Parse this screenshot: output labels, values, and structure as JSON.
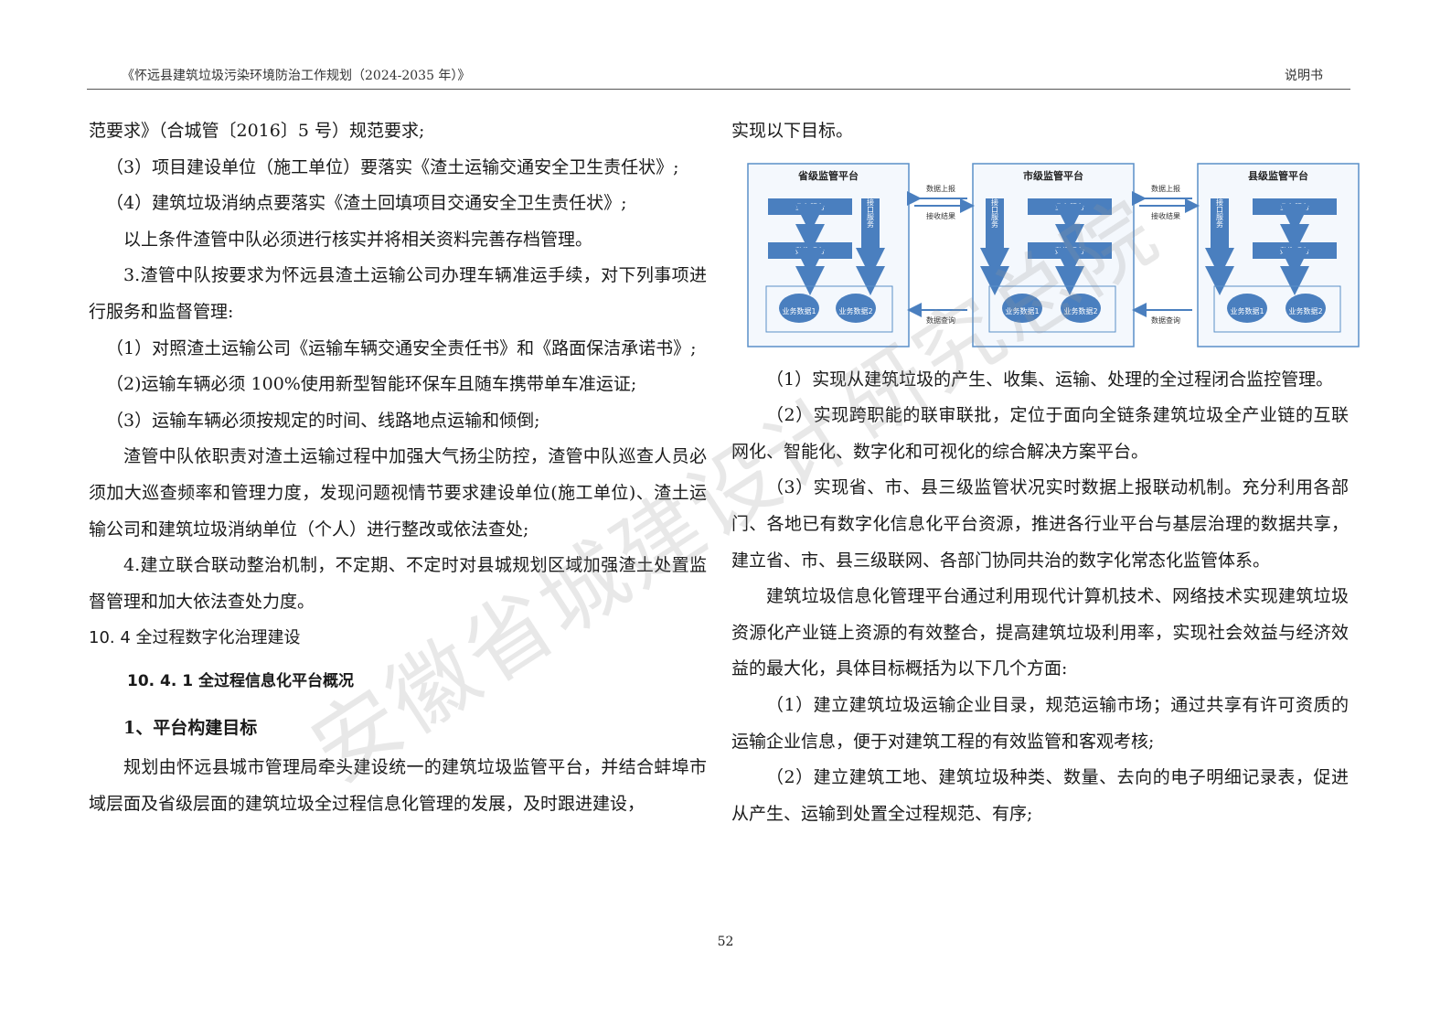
{
  "header": {
    "doc_title": "《怀远县建筑垃圾污染环境防治工作规划（2024-2035 年）》",
    "doc_type": "说明书"
  },
  "left": {
    "p1": "范要求》（合城管〔2016〕5 号）规范要求;",
    "p2": "（3）项目建设单位（施工单位）要落实《渣土运输交通安全卫生责任状》;",
    "p3": "（4）建筑垃圾消纳点要落实《渣土回填项目交通安全卫生责任状》;",
    "p4": "以上条件渣管中队必须进行核实并将相关资料完善存档管理。",
    "p5": "3.渣管中队按要求为怀远县渣土运输公司办理车辆准运手续，对下列事项进行服务和监督管理:",
    "p6": "（1）对照渣土运输公司《运输车辆交通安全责任书》和《路面保洁承诺书》;",
    "p7": "（2)运输车辆必须 100%使用新型智能环保车且随车携带单车准运证;",
    "p8": "（3）运输车辆必须按规定的时间、线路地点运输和倾倒;",
    "p9": "渣管中队依职责对渣土运输过程中加强大气扬尘防控，渣管中队巡查人员必须加大巡查频率和管理力度，发现问题视情节要求建设单位(施工单位)、渣土运输公司和建筑垃圾消纳单位（个人）进行整改或依法查处;",
    "p10": "4.建立联合联动整治机制，不定期、不定时对县城规划区域加强渣土处置监督管理和加大依法查处力度。",
    "section": "10. 4 全过程数字化治理建设",
    "subsection": "10. 4. 1 全过程信息化平台概况",
    "item_heading": "1、平台构建目标",
    "p11": "规划由怀远县城市管理局牵头建设统一的建筑垃圾监管平台，并结合蚌埠市域层面及省级层面的建筑垃圾全过程信息化管理的发展，及时跟进建设，"
  },
  "right": {
    "p1": "实现以下目标。",
    "diagram": {
      "platforms": [
        "省级监管平台",
        "市级监管平台",
        "县级监管平台"
      ],
      "business_service": "业务服务",
      "data_service": "数据服务",
      "interface_service": "接口服务",
      "db1": "业务数据1",
      "db2": "业务数据2",
      "arrow_upload": "数据上报",
      "arrow_receive": "接收结果",
      "arrow_query": "数据查询"
    },
    "p2": "（1）实现从建筑垃圾的产生、收集、运输、处理的全过程闭合监控管理。",
    "p3": "（2）实现跨职能的联审联批，定位于面向全链条建筑垃圾全产业链的互联网化、智能化、数字化和可视化的综合解决方案平台。",
    "p4": "（3）实现省、市、县三级监管状况实时数据上报联动机制。充分利用各部门、各地已有数字化信息化平台资源，推进各行业平台与基层治理的数据共享，建立省、市、县三级联网、各部门协同共治的数字化常态化监管体系。",
    "p5": "建筑垃圾信息化管理平台通过利用现代计算机技术、网络技术实现建筑垃圾资源化产业链上资源的有效整合，提高建筑垃圾利用率，实现社会效益与经济效益的最大化，具体目标概括为以下几个方面:",
    "p6": "（1）建立建筑垃圾运输企业目录，规范运输市场；通过共享有许可资质的运输企业信息，便于对建筑工程的有效监管和客观考核;",
    "p7": "（2）建立建筑工地、建筑垃圾种类、数量、去向的电子明细记录表，促进从产生、运输到处置全过程规范、有序;"
  },
  "page_number": "52",
  "watermark": "安徽省城建设计研究总院",
  "colors": {
    "diagram_box": "#5a8fc8",
    "diagram_bg": "#f4f8fd",
    "text": "#1a1a1a"
  }
}
